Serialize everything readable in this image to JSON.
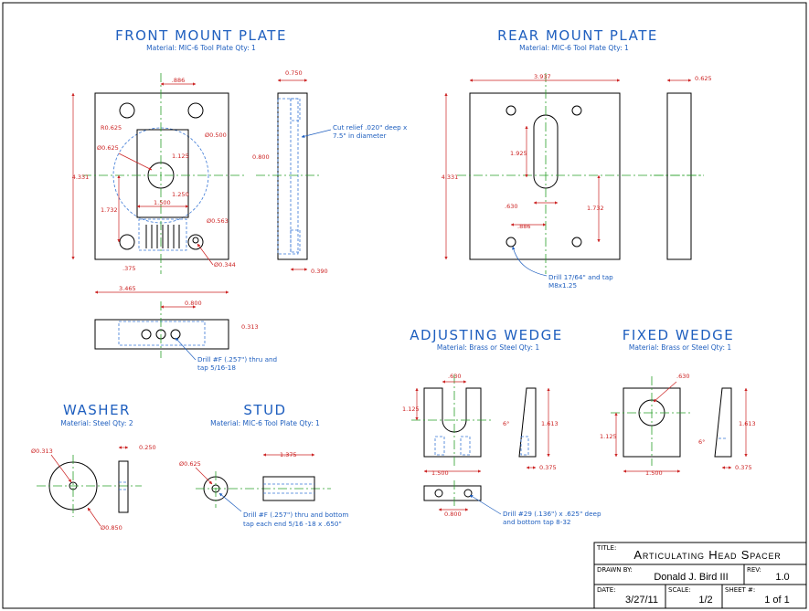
{
  "views": {
    "front": {
      "title": "FRONT MOUNT PLATE",
      "material": "Material: MIC-6 Tool Plate Qty: 1",
      "dims": {
        "w886": ".886",
        "r625": "R0.625",
        "d500": "Ø0.500",
        "d625": "Ø0.625",
        "h125": "1.125",
        "h250": "1.250",
        "w500": "1.500",
        "h732": "1.732",
        "d563": "Ø0.563",
        "w375": ".375",
        "d344": "Ø0.344",
        "h4331": "4.331",
        "side750": "0.750",
        "side800": "0.800",
        "side390": "0.390",
        "bot3465": "3.465",
        "bot800": "0.800",
        "bot313": "0.313"
      },
      "notes": {
        "cutrelief1": "Cut relief .020\" deep x",
        "cutrelief2": "7.5\" in diameter",
        "drill1": "Drill #F (.257\") thru and",
        "drill2": "tap 5/16-18"
      }
    },
    "rear": {
      "title": "REAR MOUNT PLATE",
      "material": "Material: MIC-6 Tool Plate Qty: 1",
      "dims": {
        "w3937": "3.937",
        "side625": "0.625",
        "h4331": "4.331",
        "h1925": "1.925",
        "w630": ".630",
        "h1732": "1.732",
        "w886": ".886"
      },
      "notes": {
        "drill1": "Drill 17/64\" and tap",
        "drill2": "M8x1.25"
      }
    },
    "adjusting": {
      "title": "ADJUSTING WEDGE",
      "material": "Material: Brass or Steel Qty: 1",
      "dims": {
        "w630": ".630",
        "h1125": "1.125",
        "w1500": "1.500",
        "ang": "6°",
        "h1613": "1.613",
        "w375": "0.375",
        "w800": "0.800"
      },
      "notes": {
        "drill1": "Drill #29 (.136\") x .625\" deep",
        "drill2": "and bottom tap 8-32"
      }
    },
    "fixed": {
      "title": "FIXED WEDGE",
      "material": "Material: Brass or Steel Qty: 1",
      "dims": {
        "w630": ".630",
        "h1125": "1.125",
        "w1500": "1.500",
        "ang": "6°",
        "h1613": "1.613",
        "w375": "0.375"
      }
    },
    "washer": {
      "title": "WASHER",
      "material": "Material: Steel Qty: 2",
      "dims": {
        "d313": "Ø0.313",
        "w250": "0.250",
        "d850": "Ø0.850"
      }
    },
    "stud": {
      "title": "STUD",
      "material": "Material: MIC-6 Tool Plate Qty: 1",
      "dims": {
        "d625": "Ø0.625",
        "w1375": "1.375"
      },
      "notes": {
        "drill1": "Drill #F (.257\") thru and bottom",
        "drill2": "tap each end 5/16 -18 x .650\""
      }
    }
  },
  "title_block": {
    "title_label": "TITLE:",
    "title": "Articulating Head Spacer",
    "drawn_label": "DRAWN BY:",
    "drawn_by": "Donald J. Bird III",
    "rev_label": "REV:",
    "rev": "1.0",
    "date_label": "DATE:",
    "date": "3/27/11",
    "scale_label": "SCALE:",
    "scale": "1/2",
    "sheet_label": "SHEET #:",
    "sheet": "1 of 1"
  },
  "colors": {
    "outline": "#000000",
    "dimension": "#cc2222",
    "hidden": "#3a78d6",
    "centerline": "#2aa02a",
    "text": "#1f5fbf"
  }
}
